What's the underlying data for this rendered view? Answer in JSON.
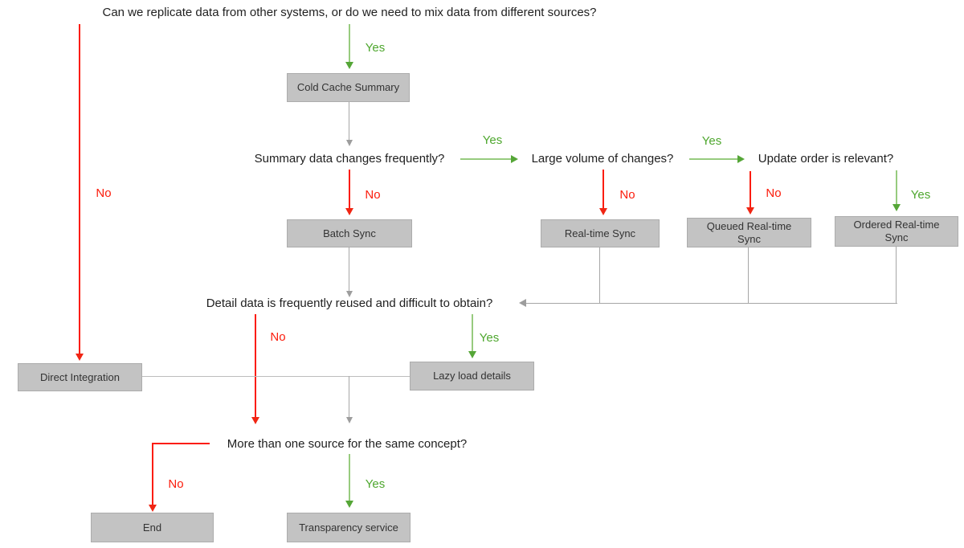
{
  "diagram_type": "decision-flowchart",
  "labels": {
    "yes": "Yes",
    "no": "No"
  },
  "questions": {
    "replicate": "Can we replicate data from other systems, or do we need to mix data from different sources?",
    "summary_changes": "Summary data changes frequently?",
    "large_volume": "Large volume of changes?",
    "update_order": "Update order is relevant?",
    "detail_reused": "Detail data is frequently reused and difficult to obtain?",
    "multiple_sources": "More than one source for the same concept?"
  },
  "boxes": {
    "cold_cache_summary": "Cold Cache Summary",
    "batch_sync": "Batch Sync",
    "real_time_sync": "Real-time Sync",
    "queued_real_time_sync": "Queued Real-time Sync",
    "ordered_real_time_sync": "Ordered Real-time Sync",
    "direct_integration": "Direct Integration",
    "lazy_load_details": "Lazy load details",
    "end": "End",
    "transparency_service": "Transparency service"
  },
  "colors": {
    "yes_green": "#4ea72e",
    "green_line": "#97cb7e",
    "no_red": "#fb1c0c",
    "connector_gray": "#a6a6a6",
    "box_fill": "#c3c3c3",
    "box_border": "#acacac",
    "box_text": "#333333",
    "question_text": "#1f1f1f"
  },
  "edges": [
    {
      "from": "replicate",
      "label": "Yes",
      "to": "cold_cache_summary"
    },
    {
      "from": "replicate",
      "label": "No",
      "to": "direct_integration"
    },
    {
      "from": "cold_cache_summary",
      "label": "",
      "to": "summary_changes"
    },
    {
      "from": "summary_changes",
      "label": "Yes",
      "to": "large_volume"
    },
    {
      "from": "summary_changes",
      "label": "No",
      "to": "batch_sync"
    },
    {
      "from": "large_volume",
      "label": "Yes",
      "to": "update_order"
    },
    {
      "from": "large_volume",
      "label": "No",
      "to": "real_time_sync"
    },
    {
      "from": "update_order",
      "label": "No",
      "to": "queued_real_time_sync"
    },
    {
      "from": "update_order",
      "label": "Yes",
      "to": "ordered_real_time_sync"
    },
    {
      "from": "batch_sync",
      "label": "",
      "to": "detail_reused"
    },
    {
      "from": "real_time_sync",
      "label": "",
      "to": "detail_reused"
    },
    {
      "from": "queued_real_time_sync",
      "label": "",
      "to": "detail_reused"
    },
    {
      "from": "ordered_real_time_sync",
      "label": "",
      "to": "detail_reused"
    },
    {
      "from": "detail_reused",
      "label": "Yes",
      "to": "lazy_load_details"
    },
    {
      "from": "detail_reused",
      "label": "No",
      "to": "multiple_sources"
    },
    {
      "from": "direct_integration",
      "label": "",
      "to": "multiple_sources"
    },
    {
      "from": "lazy_load_details",
      "label": "",
      "to": "multiple_sources"
    },
    {
      "from": "multiple_sources",
      "label": "No",
      "to": "end"
    },
    {
      "from": "multiple_sources",
      "label": "Yes",
      "to": "transparency_service"
    }
  ]
}
